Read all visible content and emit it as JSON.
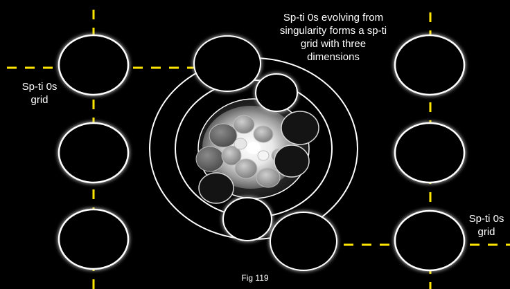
{
  "diagram": {
    "caption_top": "Sp-ti 0s evolving from\nsingularity forms a sp-ti\ngrid with three\ndimensions",
    "label_left": "Sp-ti 0s\ngrid",
    "label_right": "Sp-ti 0s\ngrid",
    "figure_label": "Fig 119"
  },
  "colors": {
    "background": "#000000",
    "circle_stroke": "#ffffff",
    "grid_dash": "#ffe600",
    "inner_gray": "#8a8a8a",
    "core_glow": "#ffffff"
  }
}
